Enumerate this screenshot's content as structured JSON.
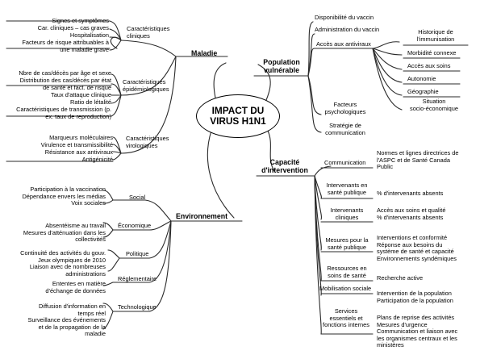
{
  "diagram": {
    "center": "IMPACT  DU\nVIRUS H1N1",
    "maladie": {
      "label": "Maladie",
      "cliniques": {
        "label": "Caractéristiques\ncliniques",
        "items": [
          "Signes et symptômes",
          "Car. cliniques – cas graves",
          "Hospitalisation",
          "Facteurs de risque attribuables à\nune maladie grave"
        ]
      },
      "epidemio": {
        "label": "Caractéristiques\népidémiologiques",
        "items": [
          "Nbre de cas/décès par âge et sexe",
          "Distribution des cas/décès par état\nde santé et fact. de risque",
          "Taux d'attaque clinique",
          "Ratio de létalité",
          "Caractéristiques de transmission (p.\nex. taux de reproduction)"
        ]
      },
      "virologiques": {
        "label": "Caractéristiques\nvirologiques",
        "items": [
          "Marqueurs moléculaires",
          "Virulence et transmissibilité",
          "Résistance aux antiviraux",
          "Antigénicité"
        ]
      }
    },
    "population": {
      "label": "Population\nvulnérable",
      "vaccin_dispo": "Disponibilité du vaccin",
      "vaccin_admin": "Administration du vaccin",
      "antiviraux": "Accès aux antiviraux",
      "facteurs": {
        "label": "Facteurs\npsychologiques",
        "items": [
          "Historique de\nl'immunisation",
          "Morbidité connexe",
          "Accès aux soins",
          "Autonomie",
          "Géographie",
          "Situation\nsocio-économique"
        ]
      },
      "strategie": "Stratégie de\ncommunication"
    },
    "capacite": {
      "label": "Capacité\nd'intervention",
      "communication": {
        "label": "Communication",
        "detail": "Normes et lignes directrices de\nl'ASPC et de Santé Canada\nPublic"
      },
      "intervenants_sp": {
        "label": "Intervenants en\nsanté publique",
        "detail": "% d'intervenants absents"
      },
      "intervenants_cl": {
        "label": "Intervenants\ncliniques",
        "detail": "Accès aux soins et qualité\n% d'intervenants absents"
      },
      "mesures": {
        "label": "Mesures pour la\nsanté publique",
        "detail": "Interventions et conformité\nRéponse aux besoins du\nsystème de santé et capacité\nEnvironnements syndémiques"
      },
      "ressources": {
        "label": "Ressources en\nsoins de santé",
        "detail": "Recherche active"
      },
      "mobilisation": {
        "label": "Mobilisation sociale",
        "detail": "Intervention de la population\nParticipation de la population"
      },
      "services": {
        "label": "Services\nessentiels  et\nfonctions internes",
        "detail": "Plans de reprise des activités\nMesures d'urgence\nCommunication et liaison avec\nles organismes centraux et les\nministères"
      }
    },
    "environnement": {
      "label": "Environnement",
      "social": {
        "label": "Social",
        "items": "Participation à la vaccination\nDépendance envers les médias\nVoix sociales"
      },
      "economique": {
        "label": "Économique",
        "items": "Absentéisme au travail\nMesures d'atténuation dans les\ncollectivités"
      },
      "politique": {
        "label": "Politique",
        "items": "Continuité des activités du gouv.\nJeux olympiques de 2010\nLiaison avec de nombreuses\nadministrations"
      },
      "reglementaire": {
        "label": "Réglementaire",
        "items": "Ententes en matière\nd'échange de données"
      },
      "technologique": {
        "label": "Technologique",
        "items": "Diffusion d'information en\ntemps réel\nSurveillance des événements\net de la propagation de la\nmaladie"
      }
    }
  }
}
